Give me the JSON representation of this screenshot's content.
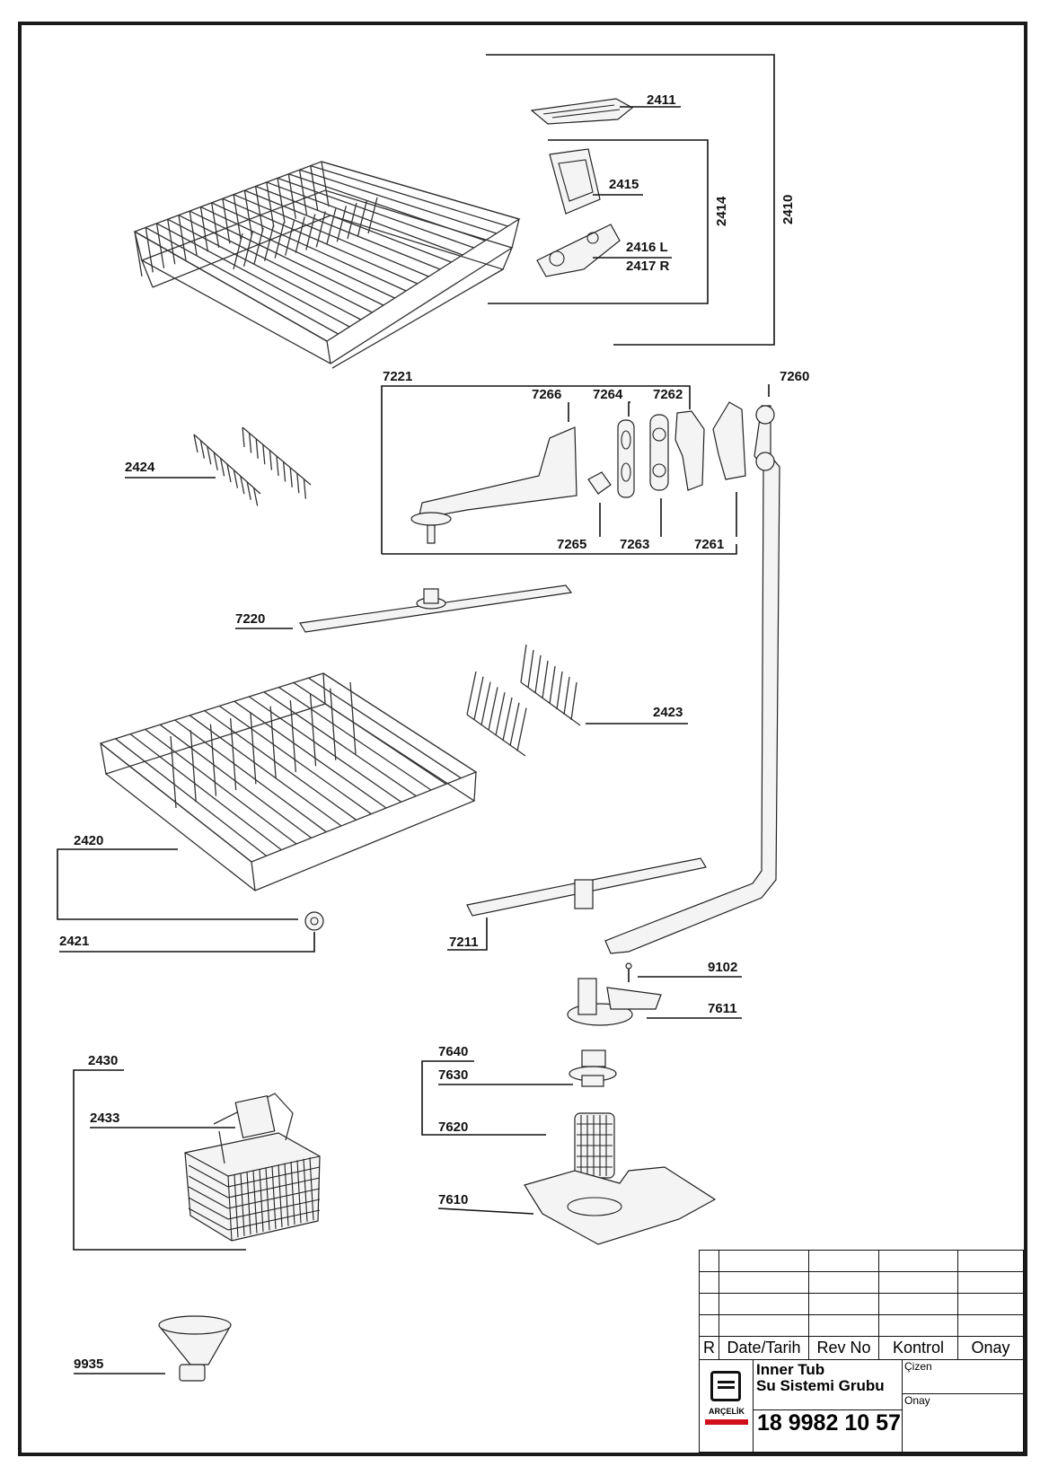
{
  "part_labels": {
    "p2410": "2410",
    "p2411": "2411",
    "p2414": "2414",
    "p2415": "2415",
    "p2416": "2416 L",
    "p2417": "2417 R",
    "p7260": "7260",
    "p7221": "7221",
    "p7266": "7266",
    "p7264": "7264",
    "p7262": "7262",
    "p2424": "2424",
    "p7265": "7265",
    "p7263": "7263",
    "p7261": "7261",
    "p7220": "7220",
    "p2423": "2423",
    "p2420": "2420",
    "p2421": "2421",
    "p7211": "7211",
    "p9102": "9102",
    "p7611": "7611",
    "p2430": "2430",
    "p7640": "7640",
    "p7630": "7630",
    "p2433": "2433",
    "p7620": "7620",
    "p7610": "7610",
    "p9935": "9935"
  },
  "title_block": {
    "headers": {
      "r": "R",
      "date": "Date/Tarih",
      "rev": "Rev No",
      "kontrol": "Kontrol",
      "onay": "Onay"
    },
    "logo_text": "ARÇELİK",
    "title_line1": "Inner Tub",
    "title_line2": "Su Sistemi Grubu",
    "cizen_label": "Çizen",
    "onay_label": "Onay",
    "drawing_number": "18 9982 10 57"
  },
  "colors": {
    "line": "#111111",
    "logo_red": "#d0101a",
    "part_fill": "#f4f4f4"
  }
}
